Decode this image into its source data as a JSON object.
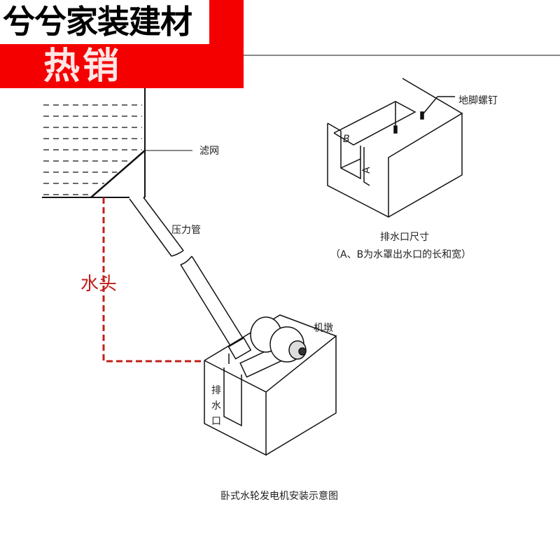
{
  "banner": {
    "title": "兮兮家装建材",
    "subtitle": "热销",
    "color": "#f50000"
  },
  "labels": {
    "filter": "滤网",
    "penstock": "压力管",
    "head": "水头",
    "foundation": "机墩",
    "drain_v": [
      "排",
      "水",
      "口"
    ],
    "anchor_bolt": "地脚螺钉",
    "outlet_size": "排水口尺寸",
    "outlet_note": "（A、B为水罩出水口的长和宽）",
    "dim_a": "A",
    "dim_b": "B",
    "caption": "卧式水轮发电机安装示意图"
  },
  "colors": {
    "head": "#c0201a",
    "line": "#111111"
  }
}
